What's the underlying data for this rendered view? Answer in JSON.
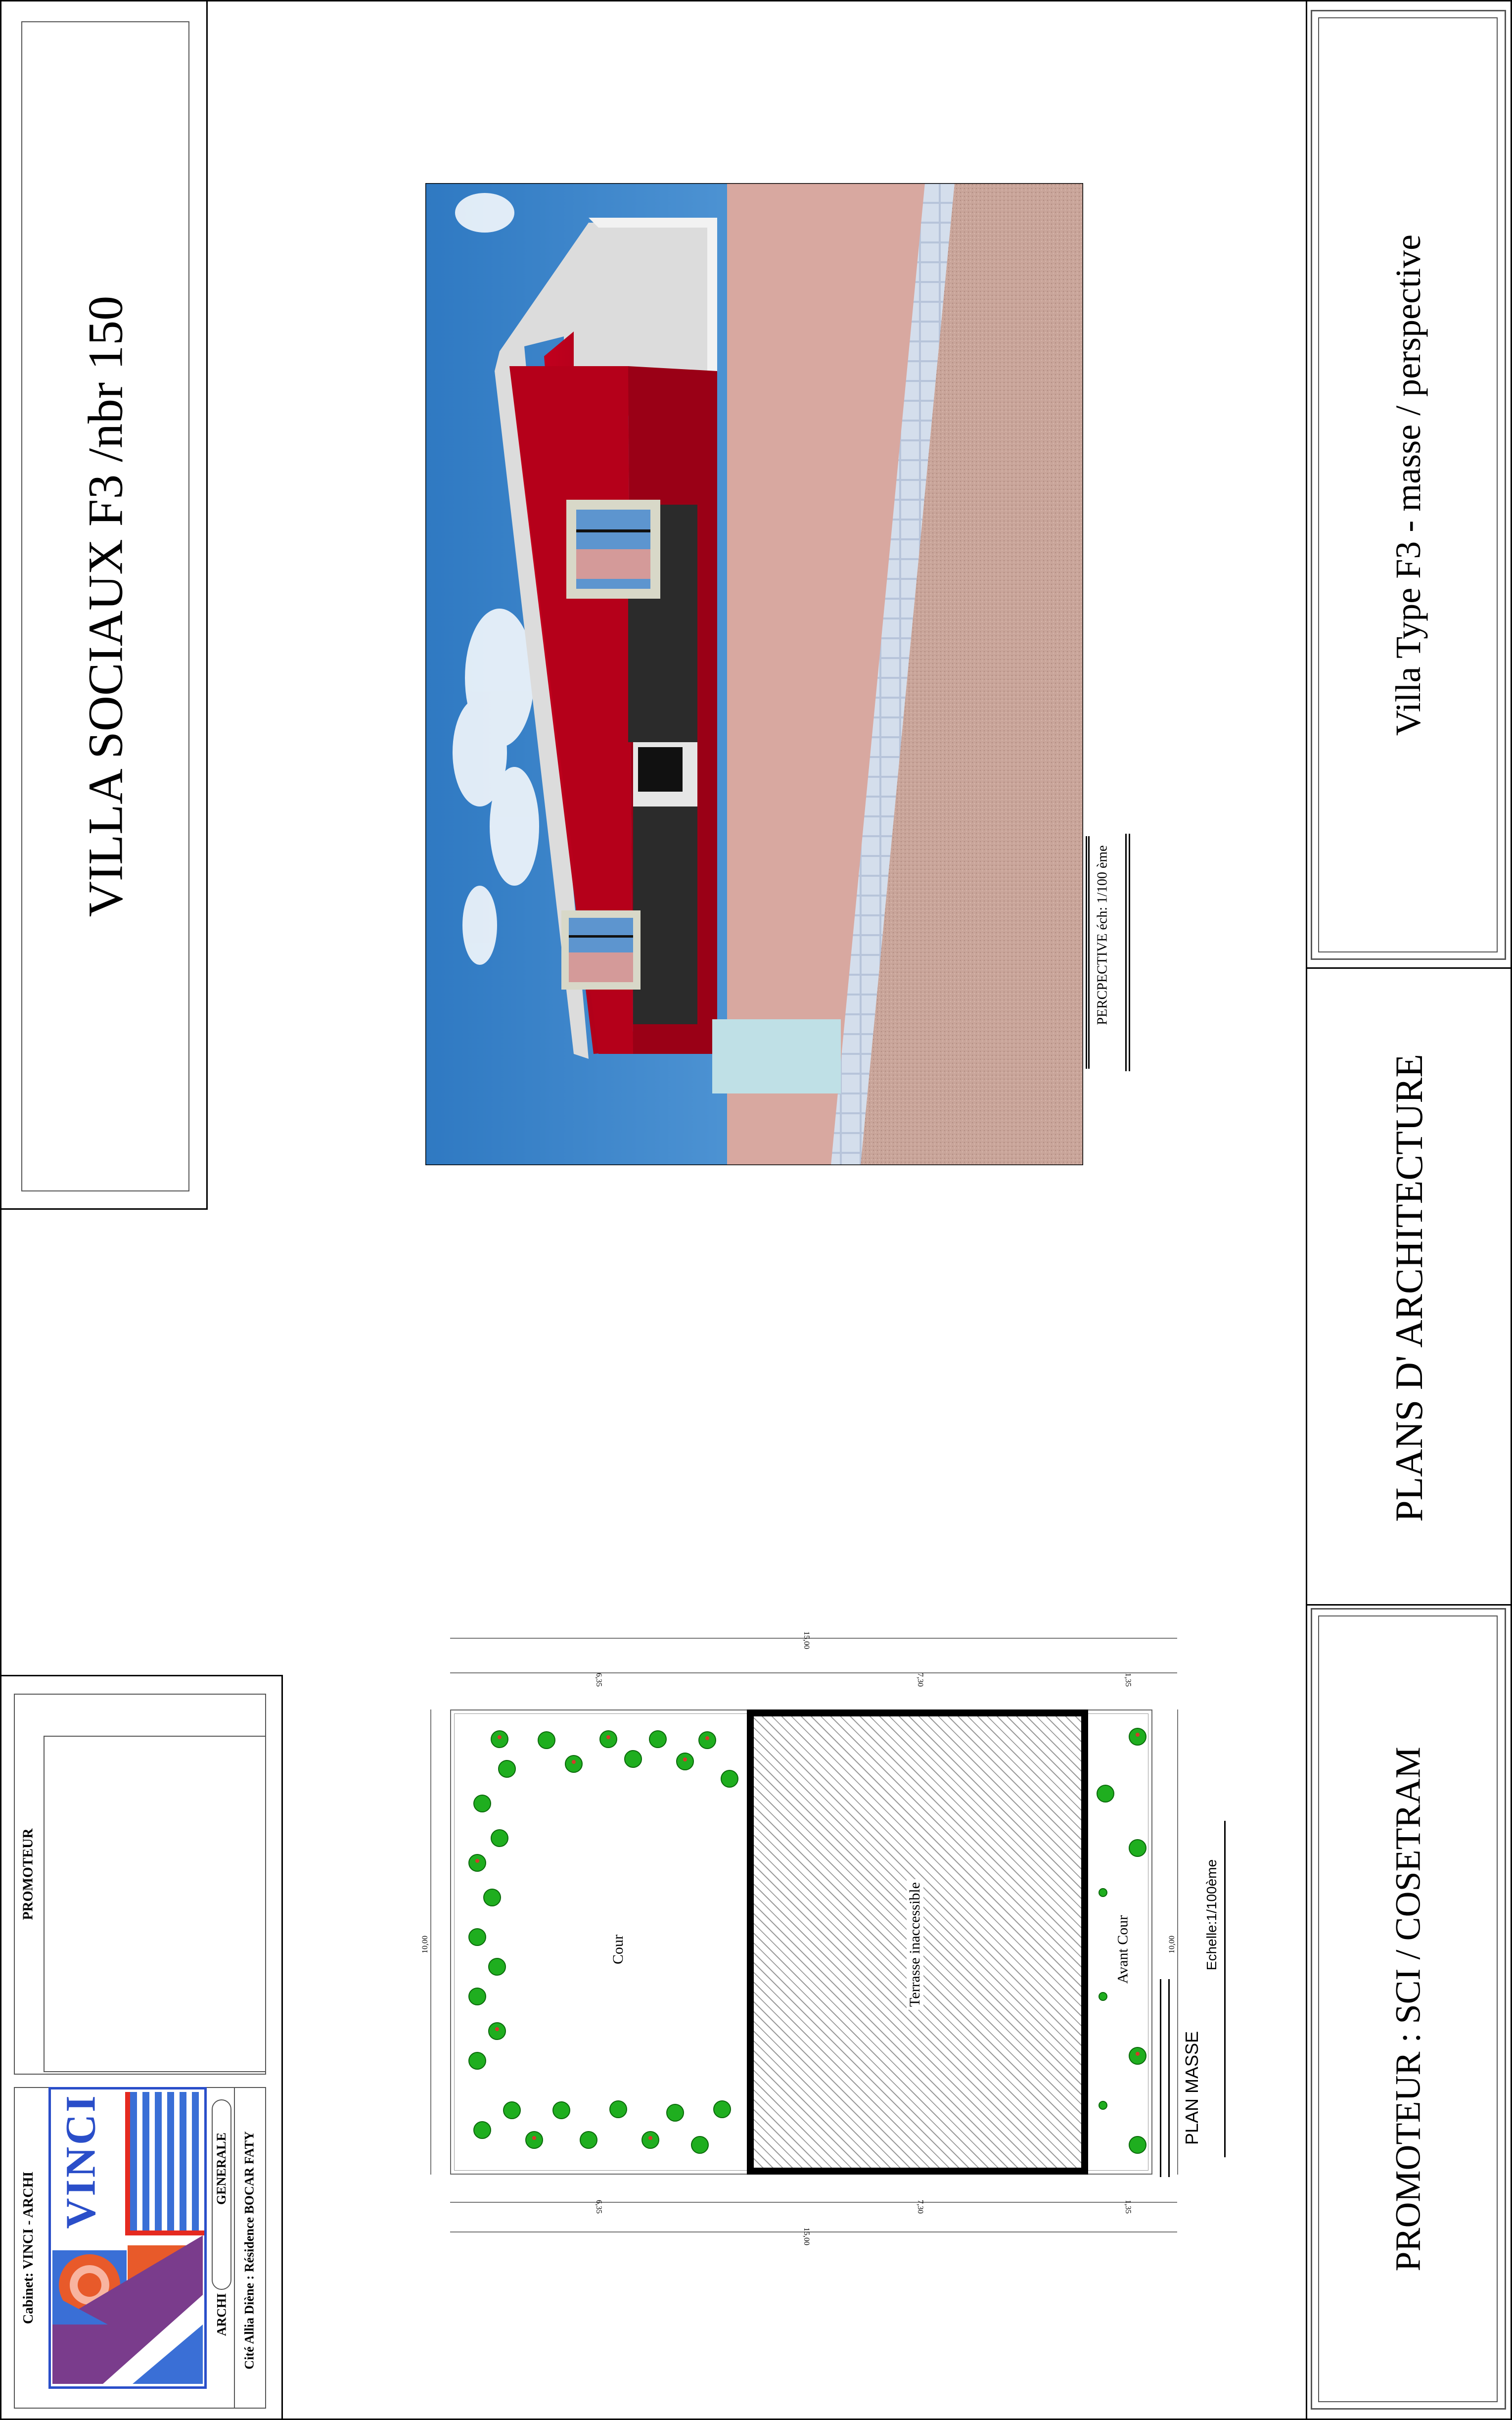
{
  "title_block": {
    "main_title": "VILLA  SOCIAUX  F3 /nbr 150",
    "sheet_title": "Villa  Type F3  - masse / perspective",
    "plans_label": "PLANS D' ARCHITECTURE",
    "promoteur_line": "PROMOTEUR : SCI / COSETRAM"
  },
  "cartouche": {
    "cabinet": "Cabinet: VINCI - ARCHI",
    "logo_text": "VINCI",
    "archi": "ARCHI",
    "generale": "GENERALE",
    "address": "Cité Allia Diène :  Résidence  BOCAR FATY",
    "promoteur_label": "PROMOTEUR"
  },
  "perspective": {
    "label": "PERCPECTIVE  éch: 1/100 ème"
  },
  "plan_masse": {
    "title": "PLAN  MASSE",
    "scale": "Echelle:1/100ème",
    "zones": {
      "cour": "Cour",
      "terrasse": "Terrasse  inaccessible",
      "avant_cour": "Avant  Cour"
    },
    "dims": {
      "total": "15,00",
      "seg1": "6,35",
      "seg2": "7,30",
      "seg3": "1,35",
      "width": "10,00"
    }
  },
  "colors": {
    "wall_red": "#b5001a",
    "roof": "#e6e6e6",
    "sky": "#3d84c6",
    "ground": "#c9a59a",
    "tree_green": "#1fae1f",
    "logo_blue": "#3a6fd6",
    "logo_purple": "#7a3c8c",
    "logo_orange": "#e85a2a"
  }
}
